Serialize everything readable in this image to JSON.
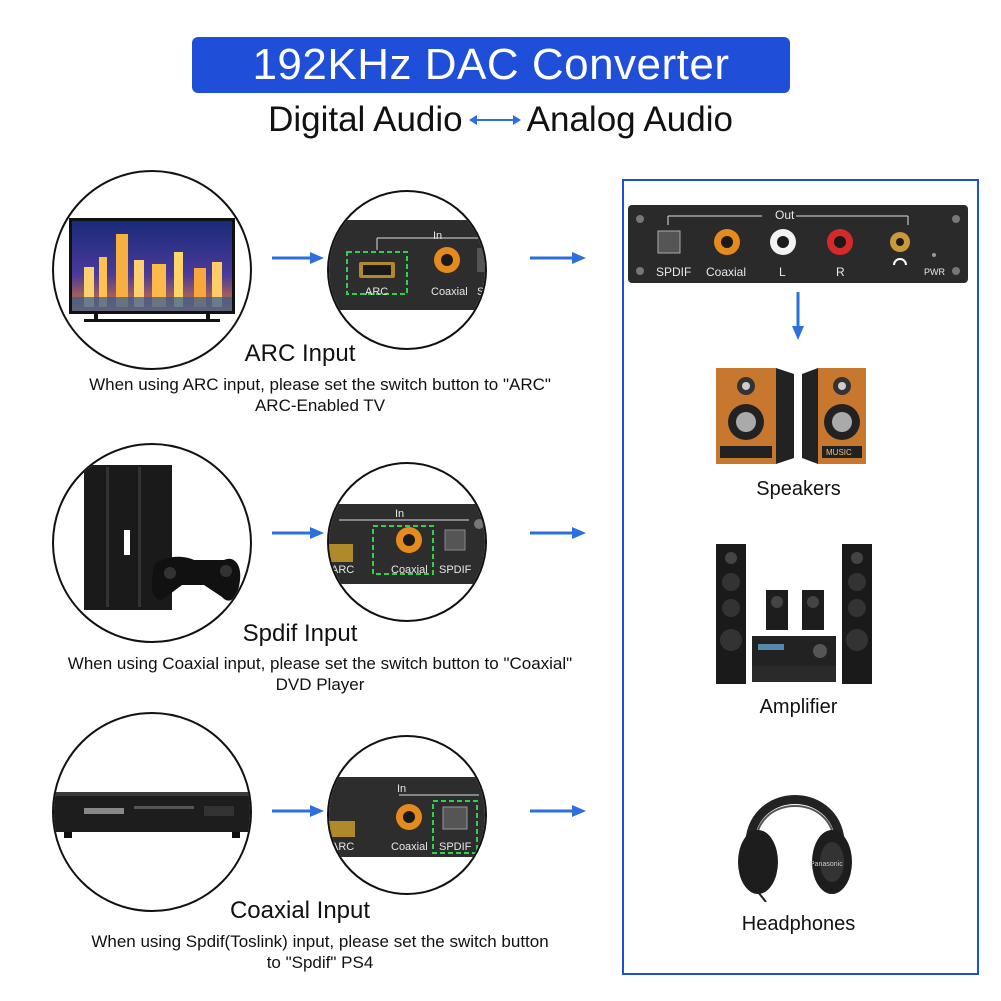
{
  "header": {
    "title": "192KHz DAC Converter",
    "subtitle_left": "Digital Audio",
    "subtitle_right": "Analog Audio"
  },
  "inputs": [
    {
      "title": "ARC Input",
      "desc_line1": "When using ARC input, please set the switch button to \"ARC\"",
      "desc_line2": "ARC-Enabled TV",
      "ports": [
        "ARC",
        "Coaxial",
        "S"
      ],
      "in_label": "In"
    },
    {
      "title": "Spdif Input",
      "desc_line1": "When using Coaxial input, please set the switch button to \"Coaxial\"",
      "desc_line2": "DVD Player",
      "ports": [
        "ARC",
        "Coaxial",
        "SPDIF"
      ],
      "in_label": "In"
    },
    {
      "title": "Coaxial Input",
      "desc_line1": "When using Spdif(Toslink) input, please set the switch button",
      "desc_line2": "to \"Spdif\"    PS4",
      "ports": [
        "ARC",
        "Coaxial",
        "SPDIF"
      ],
      "in_label": "In"
    }
  ],
  "output_device": {
    "out_label": "Out",
    "ports": [
      "SPDIF",
      "Coaxial",
      "L",
      "R"
    ],
    "pwr_label": "PWR"
  },
  "outputs": [
    {
      "label": "Speakers",
      "badge": "MUSIC"
    },
    {
      "label": "Amplifier"
    },
    {
      "label": "Headphones",
      "brand": "Panasonic"
    }
  ],
  "colors": {
    "accent_blue": "#1f4fd8",
    "arrow_blue": "#2b6fe0",
    "highlight_green": "#2fd14a",
    "rca_red": "#d62a2a",
    "rca_white": "#f2f2f2",
    "coax_orange": "#e58a1c"
  }
}
